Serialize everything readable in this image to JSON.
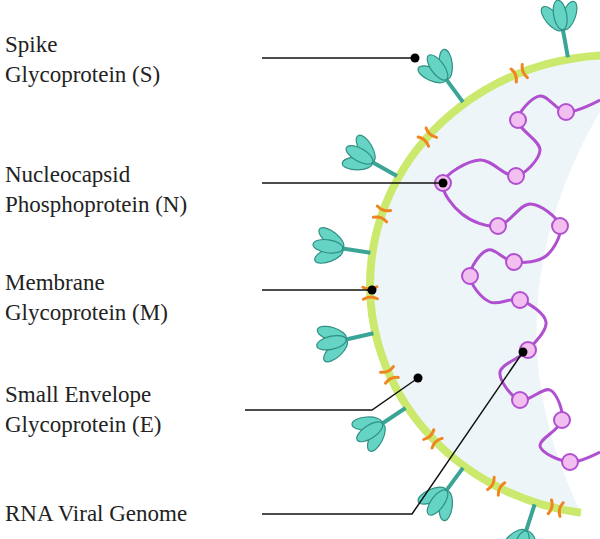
{
  "diagram": {
    "labels": [
      "Spike Glycoprotein (S)",
      "Nucleocapsid Phosphoprotein (N)",
      "Membrane Glycoprotein (M)",
      "Small Envelope Glycoprotein (E)",
      "RNA Viral Genome"
    ]
  }
}
